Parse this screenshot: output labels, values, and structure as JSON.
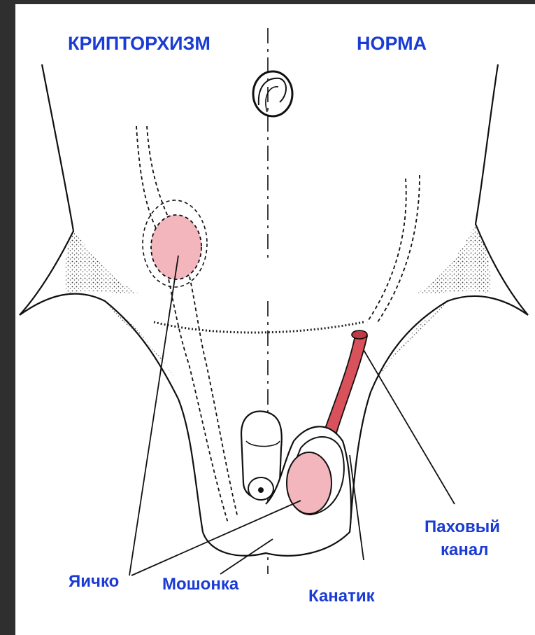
{
  "headings": {
    "left": "КРИПТОРХИЗМ",
    "right": "НОРМА"
  },
  "labels": {
    "testis": "Яичко",
    "scrotum": "Мошонка",
    "cord": "Канатик",
    "canal_line1": "Паховый",
    "canal_line2": "канал"
  },
  "colors": {
    "label_blue": "#1a3bd4",
    "testis_pink": "#f4b6bd",
    "cord_red": "#d9525b",
    "ink": "#111111"
  }
}
